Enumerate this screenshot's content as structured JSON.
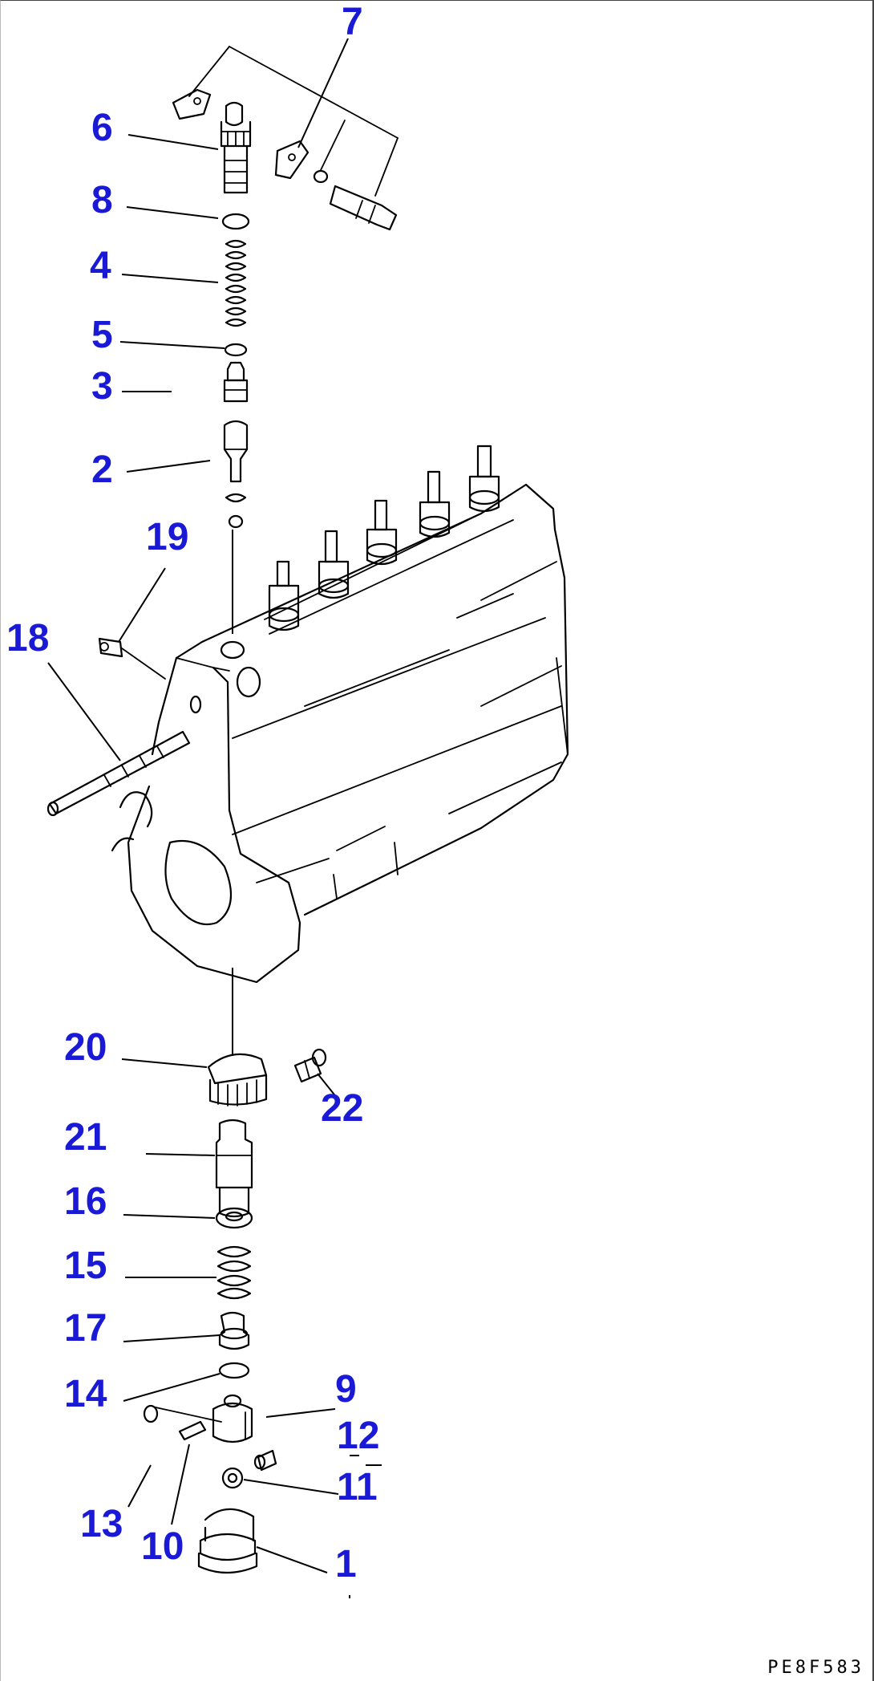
{
  "callouts": [
    {
      "id": "1",
      "text": "1"
    },
    {
      "id": "2",
      "text": "2"
    },
    {
      "id": "3",
      "text": "3"
    },
    {
      "id": "4",
      "text": "4"
    },
    {
      "id": "5",
      "text": "5"
    },
    {
      "id": "6",
      "text": "6"
    },
    {
      "id": "7",
      "text": "7"
    },
    {
      "id": "8",
      "text": "8"
    },
    {
      "id": "9",
      "text": "9"
    },
    {
      "id": "10",
      "text": "10"
    },
    {
      "id": "11",
      "text": "11"
    },
    {
      "id": "12",
      "text": "12"
    },
    {
      "id": "13",
      "text": "13"
    },
    {
      "id": "14",
      "text": "14"
    },
    {
      "id": "15",
      "text": "15"
    },
    {
      "id": "16",
      "text": "16"
    },
    {
      "id": "17",
      "text": "17"
    },
    {
      "id": "18",
      "text": "18"
    },
    {
      "id": "19",
      "text": "19"
    },
    {
      "id": "20",
      "text": "20"
    },
    {
      "id": "21",
      "text": "21"
    },
    {
      "id": "22",
      "text": "22"
    }
  ],
  "drawing_code": "PE8F583",
  "colors": {
    "callout": "#1a1ad6",
    "ink": "#000000",
    "background": "#ffffff"
  }
}
